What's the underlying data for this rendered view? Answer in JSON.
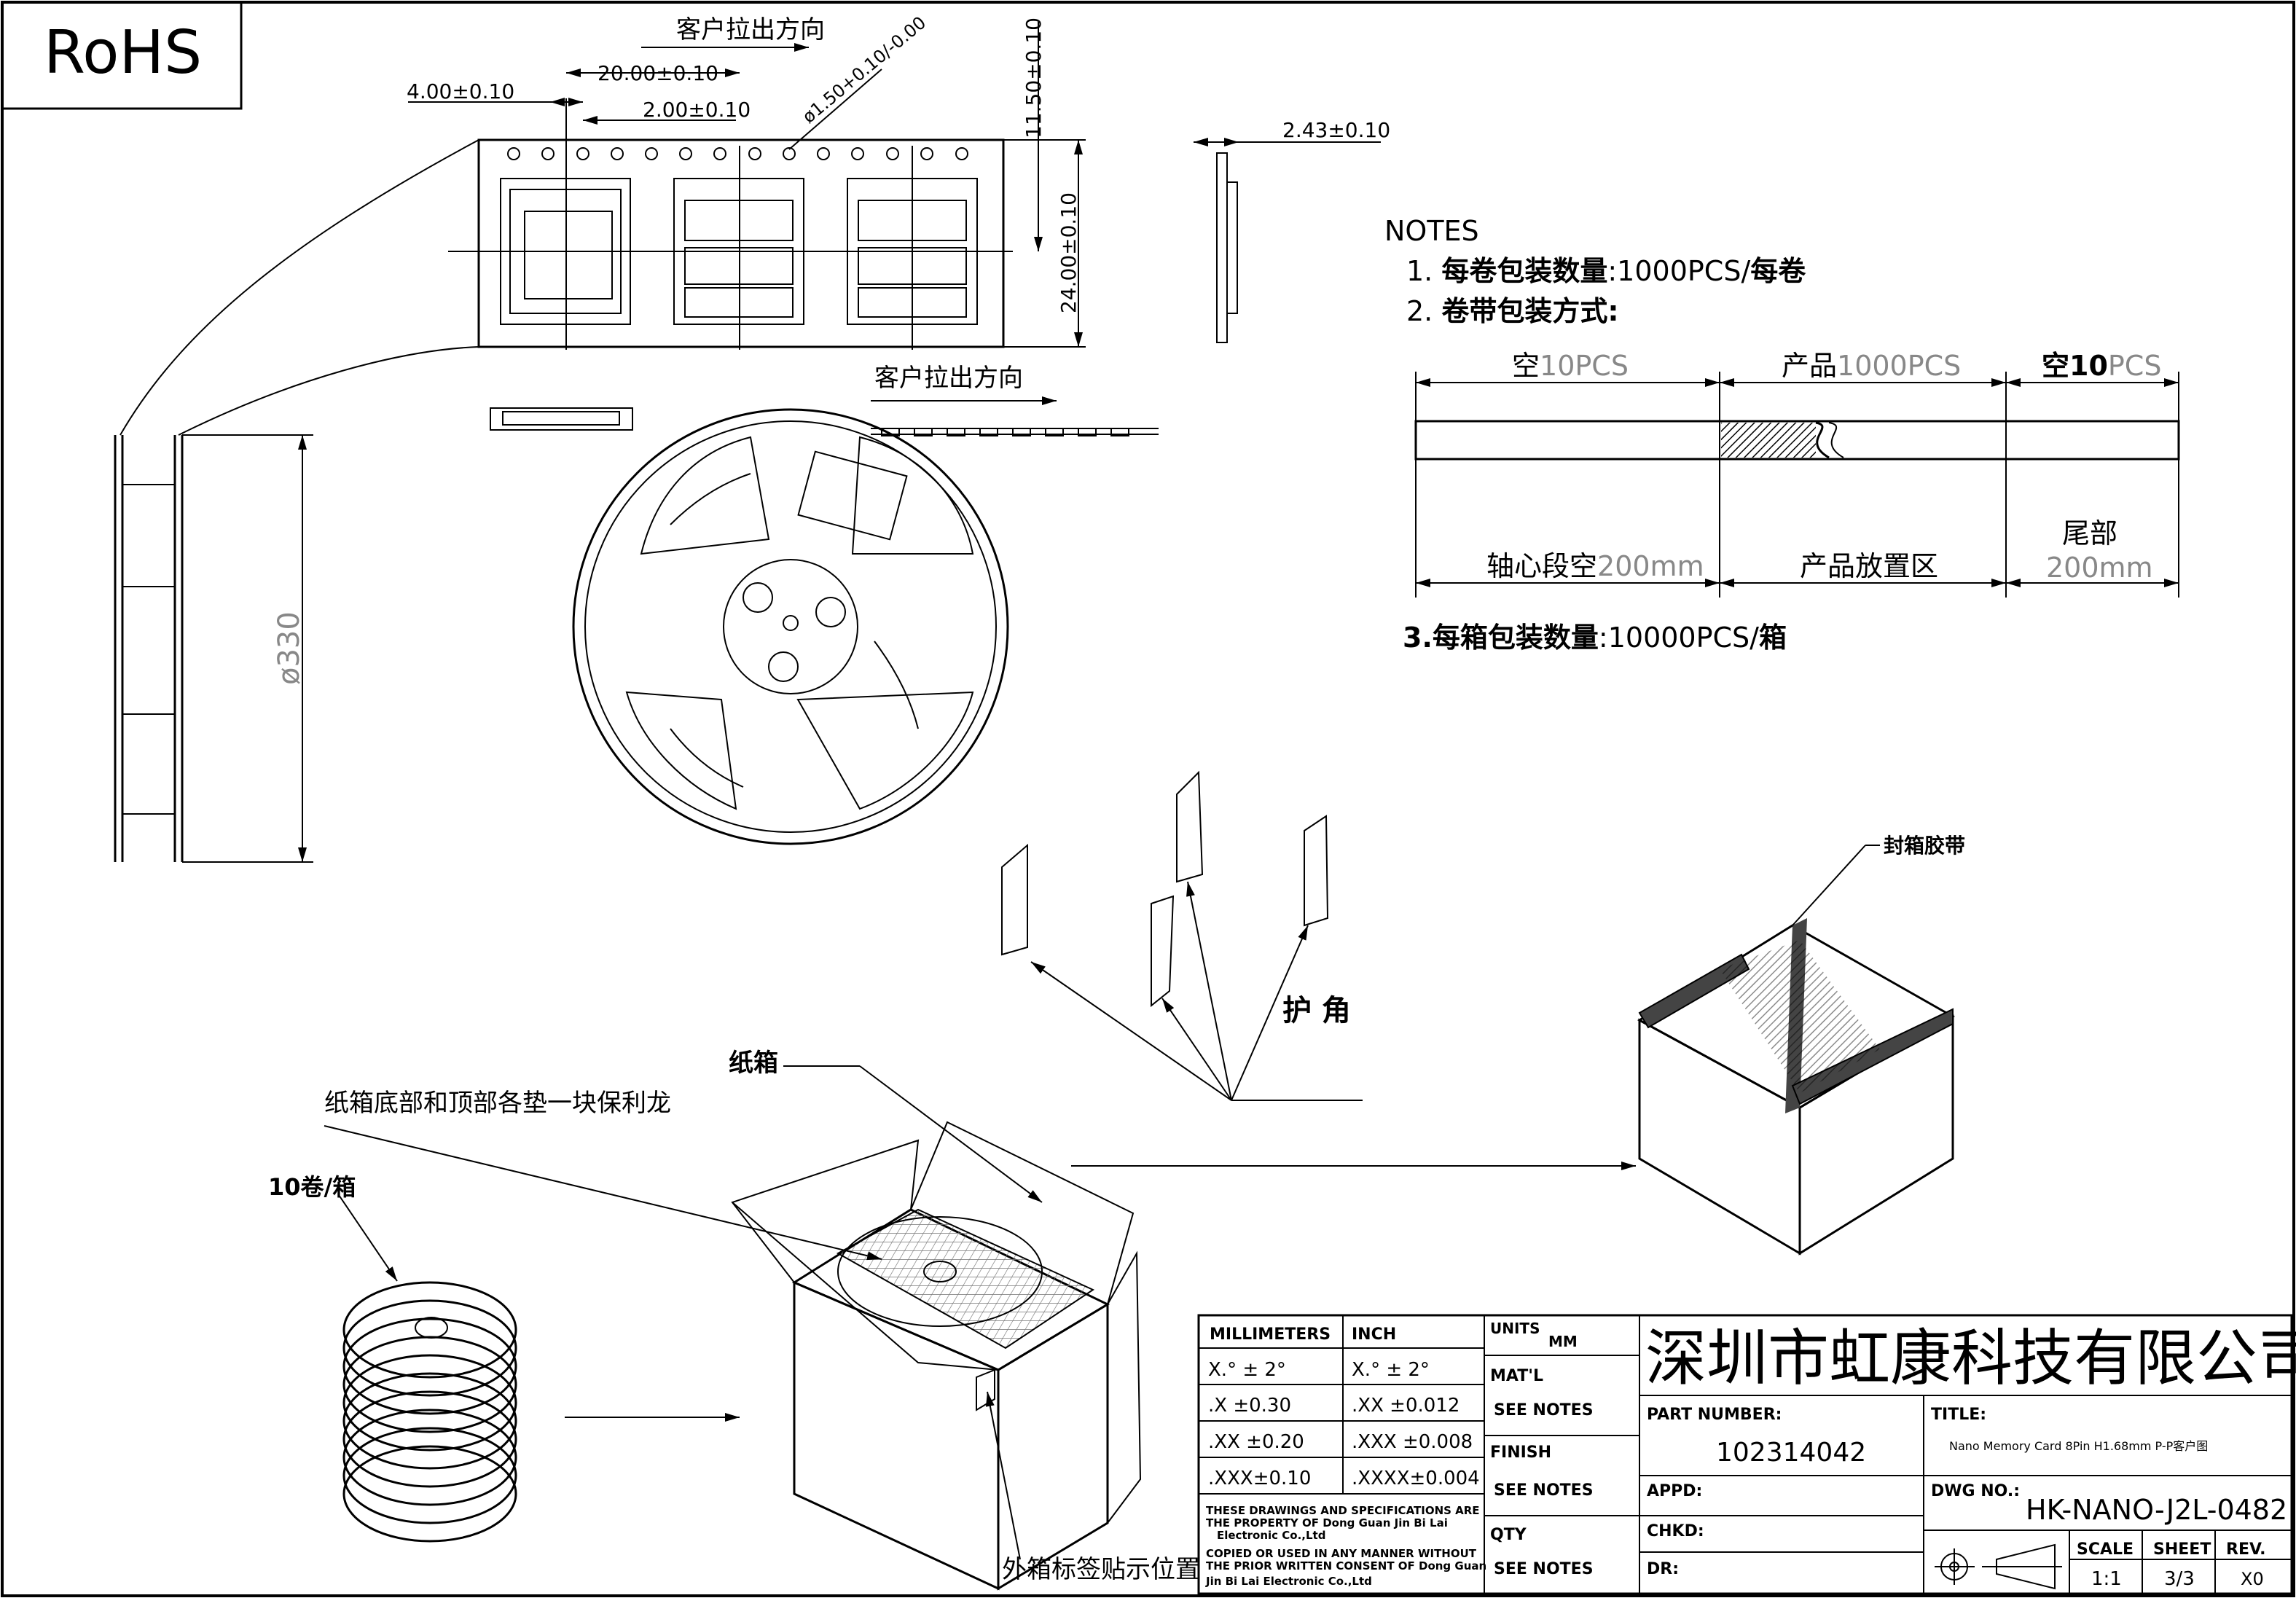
{
  "rohs": "RoHS",
  "tape": {
    "pull_direction_top": "客户拉出方向",
    "pull_direction_reel": "客户拉出方向",
    "dim_pitch_pocket": "20.00±0.10",
    "dim_hole_offset": "4.00±0.10",
    "dim_hole_pitch": "2.00±0.10",
    "dim_hole_dia": "ø1.50+0.10/-0.00",
    "dim_width_half": "11.50±0.10",
    "dim_width": "24.00±0.10",
    "dim_thickness": "2.43±0.10",
    "dim_reel_dia": "ø330"
  },
  "notes": {
    "heading": "NOTES",
    "line1_num": "1.",
    "line1_bold": "每卷包装数量",
    "line1_rest": ":1000PCS/",
    "line1_tail": "每卷",
    "line2_num": "2.",
    "line2": "卷带包装方式:",
    "seg1_black": "空",
    "seg1_gray": "10PCS",
    "seg2_black": "产品",
    "seg2_gray": "1000PCS",
    "seg3_black": "空10",
    "seg3_gray": "PCS",
    "bot1_black": "轴心段空",
    "bot1_gray": "200mm",
    "bot2": "产品放置区",
    "bot3_black": "尾部",
    "bot3_gray": "200mm",
    "line3_prefix": "3.",
    "line3_bold": "每箱包装数量",
    "line3_rest": ":10000PCS/",
    "line3_tail": "箱"
  },
  "packing": {
    "corner_protect": "护 角",
    "carton": "纸箱",
    "pad_note": "纸箱底部和顶部各垫一块保利龙",
    "reels_per_box": "10卷/箱",
    "label_position": "外箱标签贴示位置",
    "sealing_tape": "封箱胶带"
  },
  "title_block": {
    "company": "深圳市虹康科技有限公司",
    "mm_header": "MILLIMETERS",
    "inch_header": "INCH",
    "tol_rows": [
      {
        "mm": "X.°  ± 2°",
        "inch": "X.°  ± 2°"
      },
      {
        "mm": ".X   ±0.30",
        "inch": ".XX  ±0.012"
      },
      {
        "mm": ".XX ±0.20",
        "inch": ".XXX ±0.008"
      },
      {
        "mm": ".XXX±0.10",
        "inch": ".XXXX±0.004"
      }
    ],
    "units_label": "UNITS",
    "units_value": "MM",
    "matl_label": "MAT'L",
    "matl_value": "SEE NOTES",
    "finish_label": "FINISH",
    "finish_value": "SEE NOTES",
    "qty_label": "QTY",
    "qty_value": "SEE NOTES",
    "property_1": "THESE DRAWINGS AND SPECIFICATIONS ARE",
    "property_2": "THE PROPERTY OF Dong Guan Jin Bi Lai",
    "property_3": "Electronic Co.,Ltd",
    "property_4": "COPIED OR USED IN ANY MANNER WITHOUT",
    "property_5": "THE PRIOR WRITTEN CONSENT OF Dong Guan",
    "property_6": "Jin Bi Lai  Electronic Co.,Ltd",
    "part_number_label": "PART NUMBER:",
    "part_number": "102314042",
    "title_label": "TITLE:",
    "title_value": "Nano Memory Card 8Pin H1.68mm P-P客户图",
    "appd_label": "APPD:",
    "dwg_label": "DWG NO.:",
    "dwg_no": "HK-NANO-J2L-0482",
    "chkd_label": "CHKD:",
    "dr_label": "DR:",
    "scale_label": "SCALE",
    "scale_value": "1:1",
    "sheet_label": "SHEET",
    "sheet_value": "3/3",
    "rev_label": "REV.",
    "rev_value": "X0"
  }
}
